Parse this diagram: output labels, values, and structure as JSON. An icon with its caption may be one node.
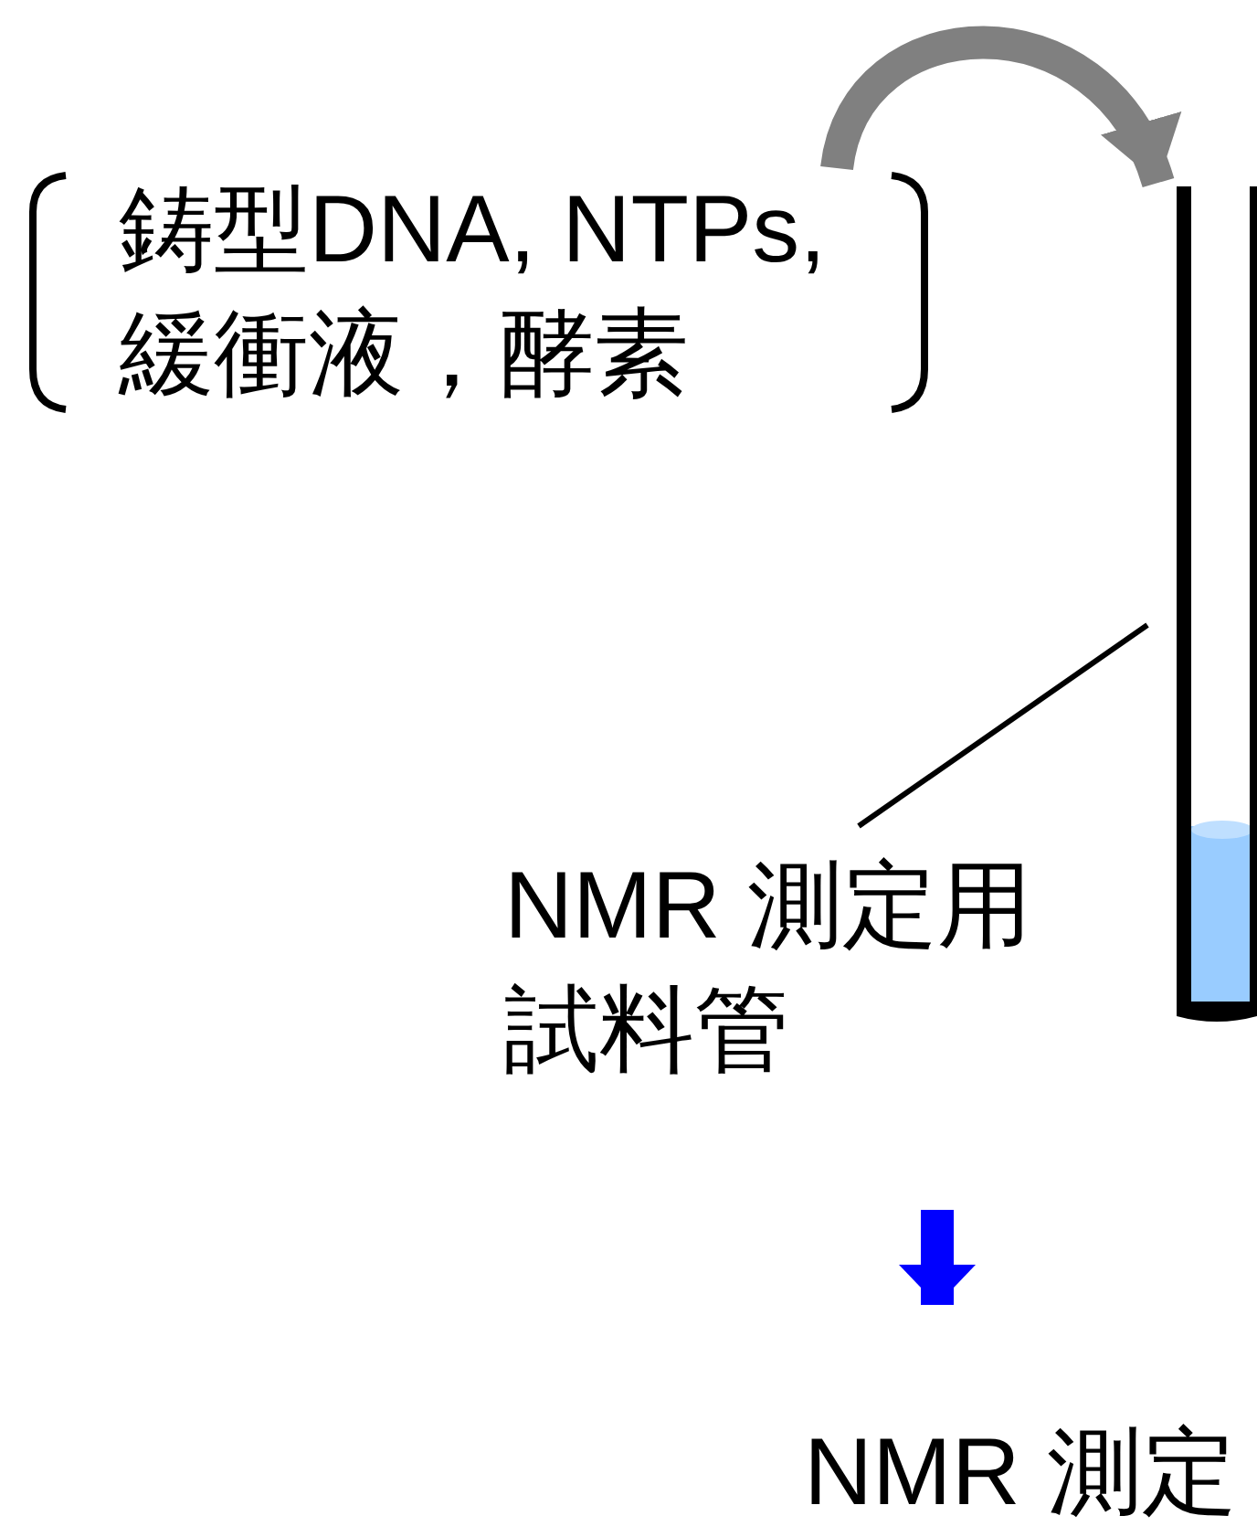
{
  "diagram": {
    "nodes": [
      {
        "text": [
          "鋳型DNA, NTPs,緩衝液，酵素"
        ]
      },
      {
        "text": [],
        "shape": "tube"
      },
      {
        "text": [
          "NMR 測定用試料管"
        ]
      },
      {
        "text": [
          "NMR 測定"
        ]
      }
    ],
    "edges": [
      {
        "from": 0,
        "to": 1,
        "arrow": "to",
        "color": "#808080"
      },
      {
        "from": 2,
        "to": 1,
        "arrow": "none",
        "color": "#000000"
      },
      {
        "from": null,
        "to": 3,
        "arrow": "to",
        "color": "#0000ff"
      }
    ]
  }
}
